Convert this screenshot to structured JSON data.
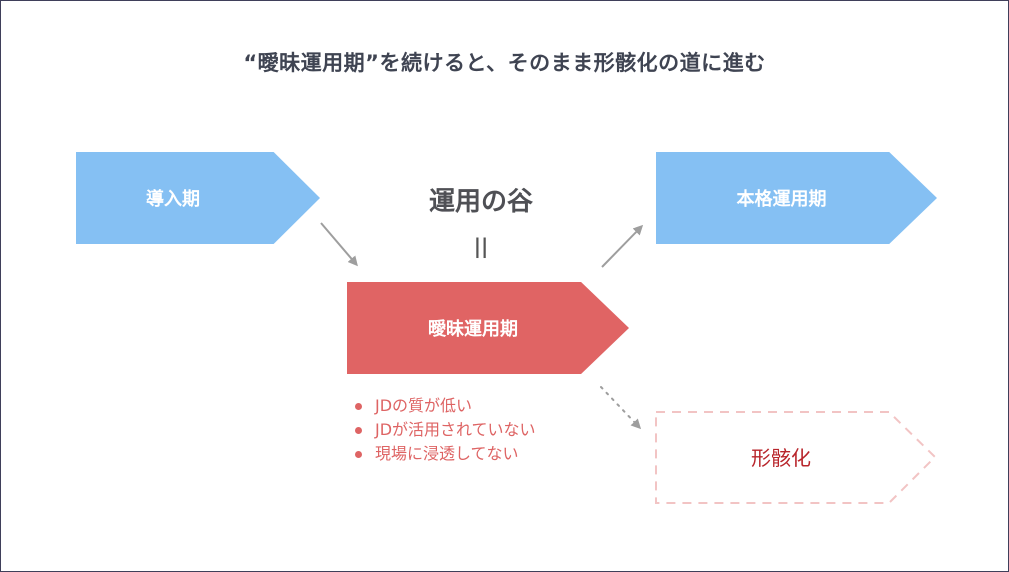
{
  "slide": {
    "title": "“曖昧運用期”を続けると、そのまま形骸化の道に進む"
  },
  "stages": {
    "intro": "導入期",
    "valley": "運用の谷",
    "equals": "||",
    "ambiguous": "曖昧運用期",
    "full": "本格運用期",
    "outcome": "形骸化"
  },
  "issues": [
    "JDの質が低い",
    "JDが活用されていない",
    "現場に浸透してない"
  ],
  "colors": {
    "title": "#3f4452",
    "blue_stage": "#85c0f3",
    "red_stage": "#e06464",
    "issue_text": "#de6464",
    "outcome_text": "#b8252b",
    "outcome_border": "#f2c4c4",
    "arrow": "#9e9e9e"
  }
}
